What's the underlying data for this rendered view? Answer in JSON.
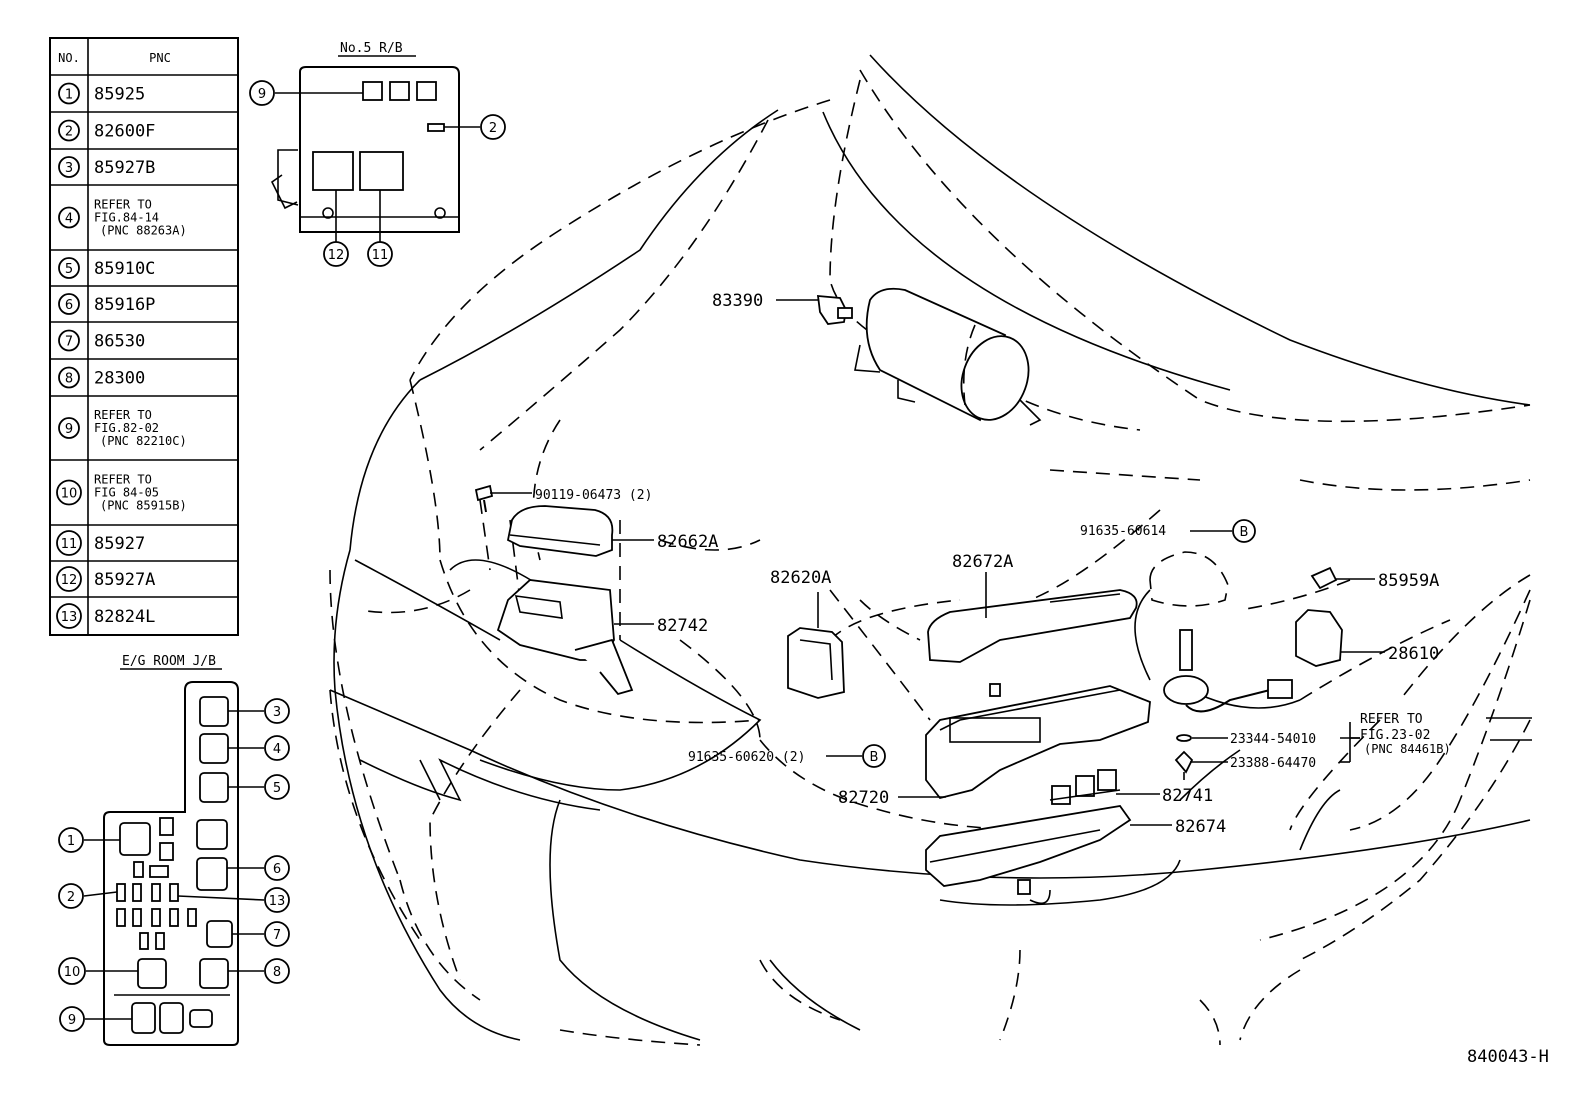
{
  "table": {
    "headers": [
      "NO.",
      "PNC"
    ],
    "rows": [
      {
        "no": "1",
        "pnc": [
          "85925"
        ]
      },
      {
        "no": "2",
        "pnc": [
          "82600F"
        ]
      },
      {
        "no": "3",
        "pnc": [
          "85927B"
        ]
      },
      {
        "no": "4",
        "pnc": [
          "REFER TO",
          "FIG.84-14",
          "(PNC 88263A)"
        ]
      },
      {
        "no": "5",
        "pnc": [
          "85910C"
        ]
      },
      {
        "no": "6",
        "pnc": [
          "85916P"
        ]
      },
      {
        "no": "7",
        "pnc": [
          "86530"
        ]
      },
      {
        "no": "8",
        "pnc": [
          "28300"
        ]
      },
      {
        "no": "9",
        "pnc": [
          "REFER TO",
          "FIG.82-02",
          "(PNC 82210C)"
        ]
      },
      {
        "no": "10",
        "pnc": [
          "REFER TO",
          "FIG 84-05",
          "(PNC 85915B)"
        ]
      },
      {
        "no": "11",
        "pnc": [
          "85927"
        ]
      },
      {
        "no": "12",
        "pnc": [
          "85927A"
        ]
      },
      {
        "no": "13",
        "pnc": [
          "82824L"
        ]
      }
    ]
  },
  "rb5": {
    "title": "No.5 R/B",
    "callouts": [
      "9",
      "2",
      "12",
      "11"
    ]
  },
  "eg_room": {
    "title": "E/G ROOM J/B",
    "callouts": [
      "3",
      "4",
      "5",
      "1",
      "6",
      "2",
      "13",
      "7",
      "10",
      "8",
      "9"
    ]
  },
  "parts": {
    "p83390": "83390",
    "p90119": "90119-06473 (2)",
    "p82662A": "82662A",
    "p82742": "82742",
    "p82620A": "82620A",
    "p82672A": "82672A",
    "p91635_60614": "91635-60614",
    "b_top": "B",
    "p85959A": "85959A",
    "p28610": "28610",
    "p91635_60620": "91635-60620 (2)",
    "b_left": "B",
    "p82720": "82720",
    "p82741": "82741",
    "p82674": "82674",
    "p23344": "23344-54010",
    "p23388": "23388-64470",
    "refer_line1": "REFER TO",
    "refer_line2": "FIG.23-02",
    "refer_line3": "(PNC 84461B)"
  },
  "figure_id": "840043-H"
}
